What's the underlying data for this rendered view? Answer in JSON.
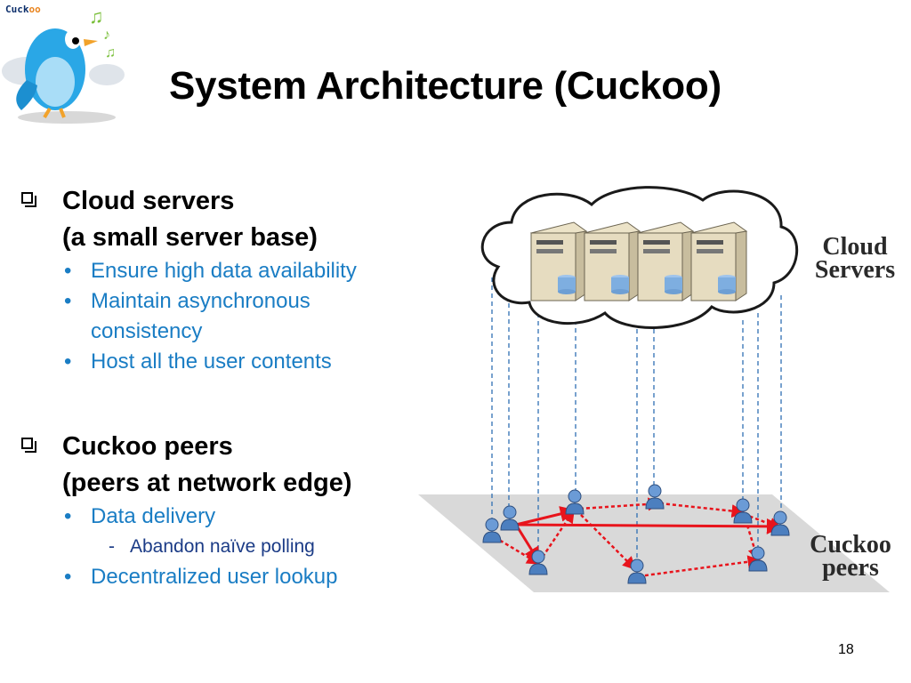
{
  "logo": {
    "text_part1": "Cuck",
    "text_part2": "oo"
  },
  "title": "System Architecture (Cuckoo)",
  "sections": [
    {
      "heading_line1": "Cloud servers",
      "heading_line2": "(a small server base)",
      "bullets": [
        {
          "label": "Ensure high data availability",
          "level": 1
        },
        {
          "label": "Maintain asynchronous consistency",
          "level": 1
        },
        {
          "label": "Host all the user contents",
          "level": 1
        }
      ]
    },
    {
      "heading_line1": "Cuckoo peers",
      "heading_line2": "(peers at network edge)",
      "bullets": [
        {
          "label": "Data delivery",
          "level": 1
        },
        {
          "label": "Abandon naïve polling",
          "level": 2
        },
        {
          "label": "Decentralized user lookup",
          "level": 1
        }
      ]
    }
  ],
  "diagram": {
    "cloud_label_line1": "Cloud",
    "cloud_label_line2": "Servers",
    "peers_label_line1": "Cuckoo",
    "peers_label_line2": "peers",
    "colors": {
      "link": "#e8141c",
      "dashed": "#2f6fb3",
      "plane": "#d9d9d9",
      "peer": "#5b8fcf"
    }
  },
  "page_number": "18"
}
